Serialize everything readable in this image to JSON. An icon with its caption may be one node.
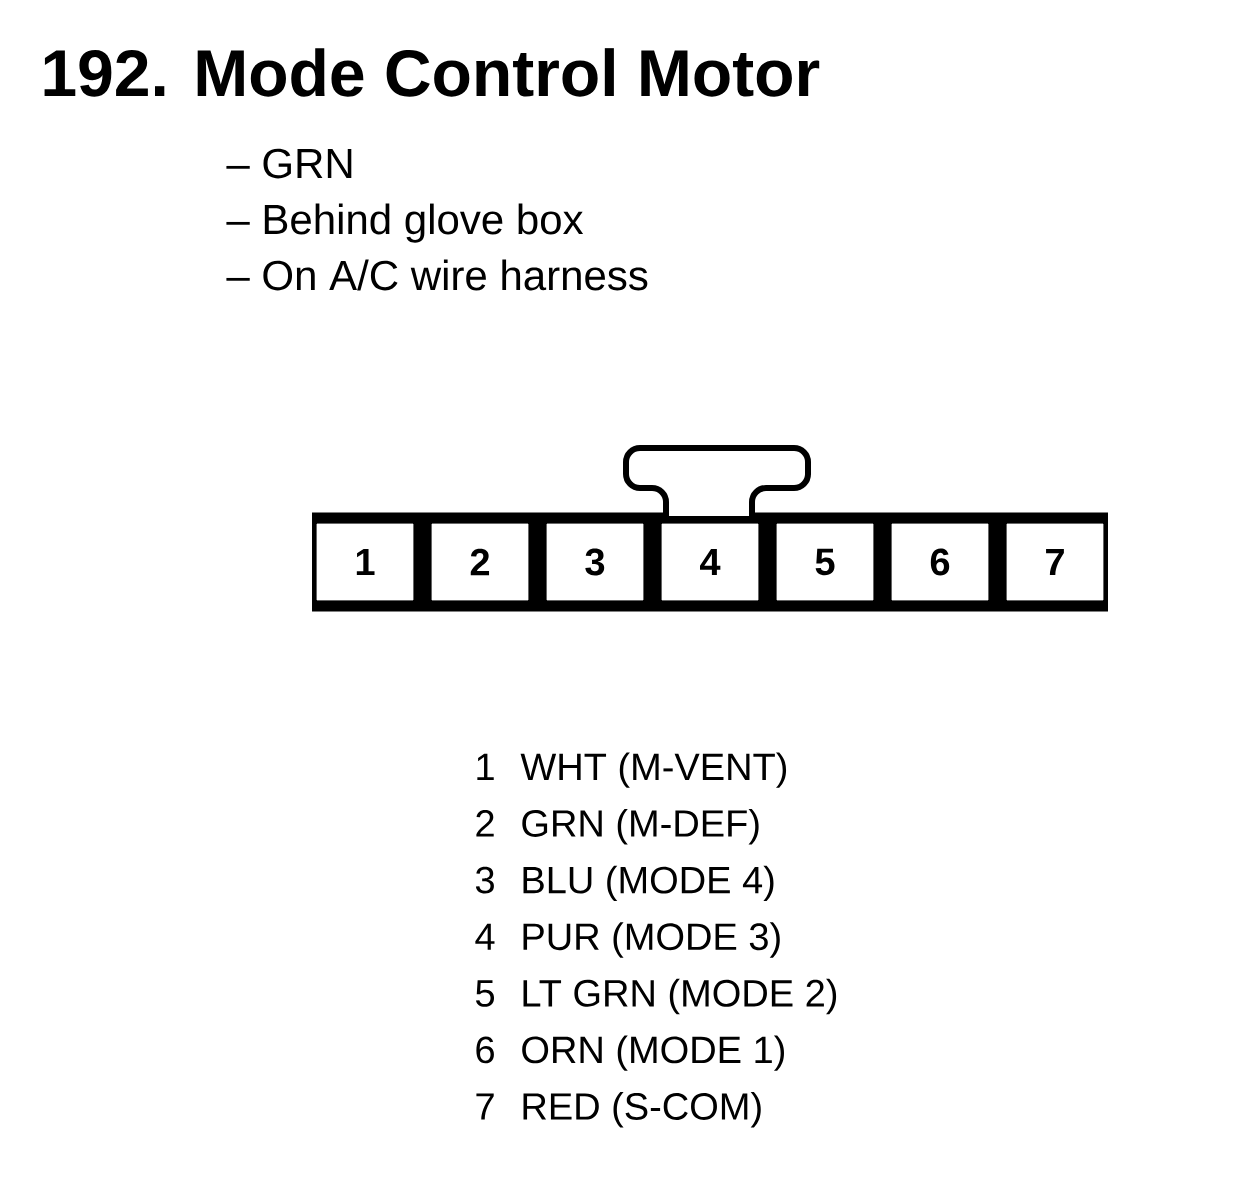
{
  "diagram": {
    "title": "192. Mode Control Motor",
    "nodes": [
      {
        "text": [],
        "shape": "box"
      },
      {
        "text": [
          "1"
        ],
        "in": 0
      },
      {
        "text": [
          "2"
        ],
        "in": 0
      },
      {
        "text": [
          "3"
        ],
        "in": 0
      },
      {
        "text": [
          "4"
        ],
        "in": 0
      },
      {
        "text": [
          "5"
        ],
        "in": 0
      },
      {
        "text": [
          "6"
        ],
        "in": 0
      },
      {
        "text": [
          "7"
        ],
        "in": 0
      }
    ],
    "edges": [],
    "labels": [
      "– GRN",
      "– Behind glove box",
      "– On A/C wire harness",
      "1",
      "WHT (M-VENT)",
      "2",
      "GRN (M-DEF)",
      "3",
      "BLU (MODE 4)",
      "4",
      "PUR (MODE 3)",
      "5",
      "LT GRN (MODE 2)",
      "6",
      "ORN (MODE 1)",
      "7",
      "RED (S-COM)"
    ]
  }
}
